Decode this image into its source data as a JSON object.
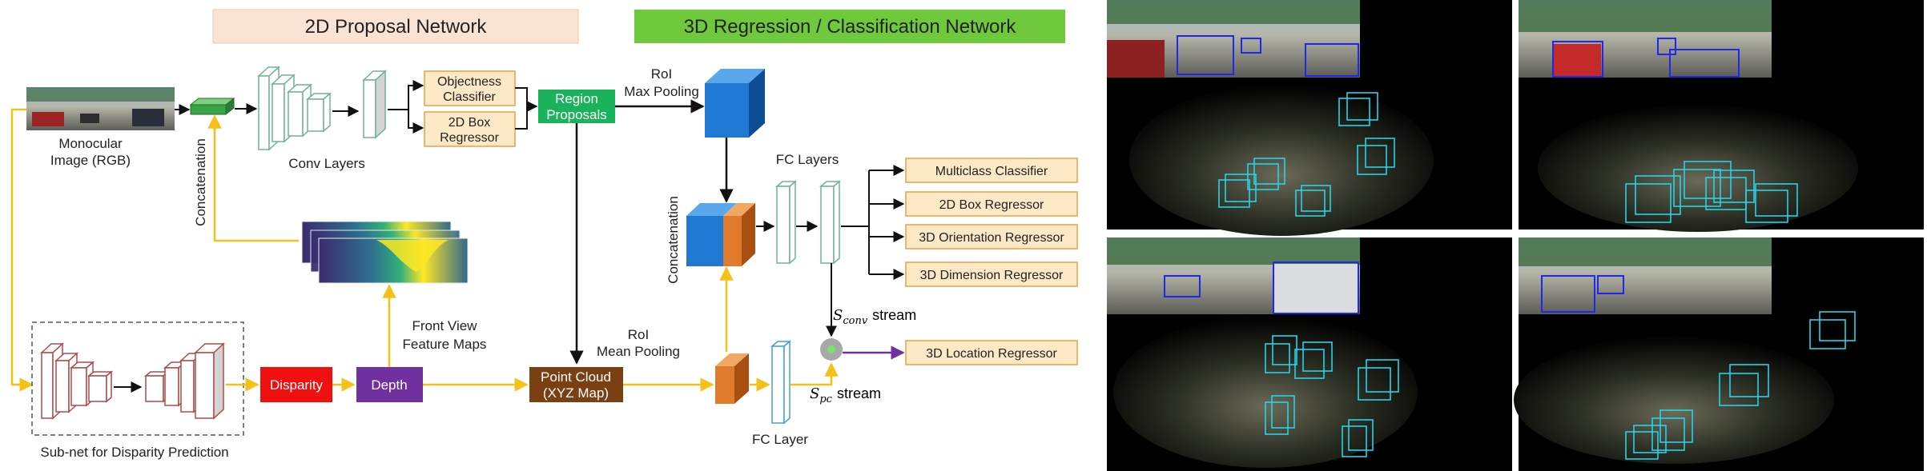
{
  "header": {
    "proposal_network": "2D Proposal Network",
    "regression_network": "3D Regression / Classification Network"
  },
  "labels": {
    "monocular_line1": "Monocular",
    "monocular_line2": "Image (RGB)",
    "conv_layers": "Conv Layers",
    "concatenation_left": "Concatenation",
    "concatenation_right": "Concatenation",
    "front_view_line1": "Front View",
    "front_view_line2": "Feature Maps",
    "subnet": "Sub-net for Disparity Prediction",
    "roi_max_line1": "RoI",
    "roi_max_line2": "Max Pooling",
    "roi_mean_line1": "RoI",
    "roi_mean_line2": "Mean Pooling",
    "fc_layers": "FC Layers",
    "fc_layer": "FC Layer",
    "sconv_symbol": "S",
    "sconv_sub": "conv",
    "sconv_stream": "stream",
    "spc_symbol": "S",
    "spc_sub": "pc",
    "spc_stream": "stream"
  },
  "boxes": {
    "objectness_line1": "Objectness",
    "objectness_line2": "Classifier",
    "box2d_line1": "2D Box",
    "box2d_line2": "Regressor",
    "region_line1": "Region",
    "region_line2": "Proposals",
    "disparity": "Disparity",
    "depth": "Depth",
    "pointcloud_line1": "Point Cloud",
    "pointcloud_line2": "(XYZ Map)"
  },
  "outputs": [
    "Multiclass Classifier",
    "2D Box Regressor",
    "3D Orientation Regressor",
    "3D Dimension Regressor",
    "3D Location Regressor"
  ],
  "colors": {
    "header_proposal": "#fbe3d4",
    "header_regression": "#70c93c",
    "output_fill": "#fde9c6",
    "output_stroke": "#e2a34a",
    "region_green": "#19b35b",
    "disparity_red": "#f01010",
    "depth_purple": "#7030a0",
    "pointcloud_brown": "#7a4012",
    "cube_blue": "#1f78d1",
    "cube_orange": "#e07a2c",
    "arrow_yellow": "#f5c118",
    "arrow_purple": "#7030a0",
    "conv_green": "#70b48f",
    "subnet_red": "#b04a4a",
    "fc_green": "#6fb58f",
    "fc_blue": "#4a9fc7"
  },
  "panels": [
    {
      "name": "result-panel-top-left"
    },
    {
      "name": "result-panel-top-right"
    },
    {
      "name": "result-panel-bottom-left"
    },
    {
      "name": "result-panel-bottom-right"
    }
  ]
}
